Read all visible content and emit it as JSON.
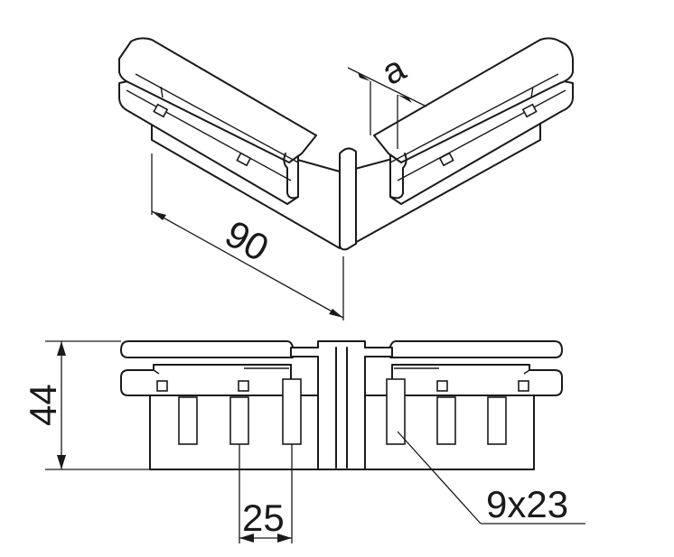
{
  "figure": {
    "dimensions": {
      "length": "90",
      "gap": "a",
      "height": "44",
      "pitch": "25",
      "slot_size": "9x23"
    },
    "colors": {
      "line": "#1a1a1a",
      "background": "#ffffff"
    }
  }
}
